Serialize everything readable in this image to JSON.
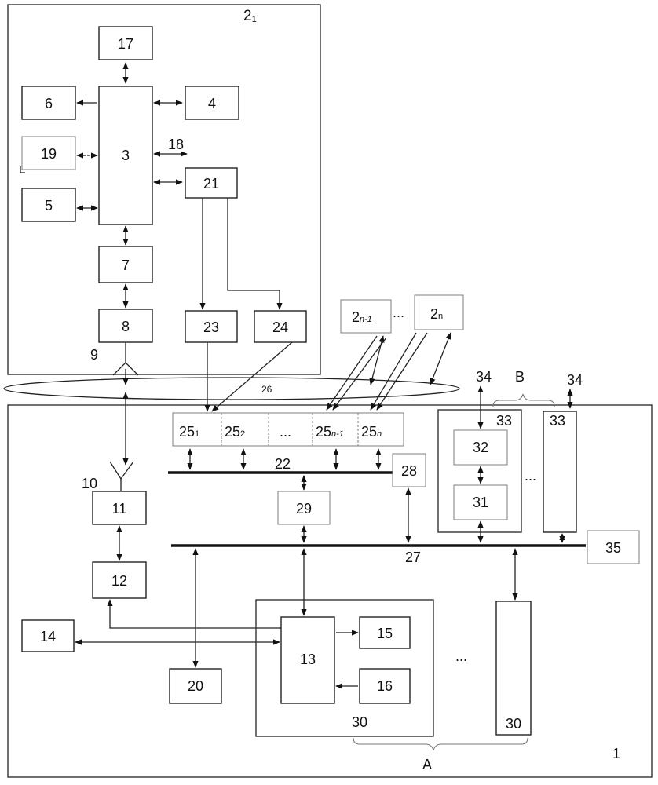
{
  "labels": {
    "b17": "17",
    "b6": "6",
    "b3": "3",
    "b4": "4",
    "b19": "19",
    "b18": "18",
    "b21": "21",
    "b5": "5",
    "b7": "7",
    "b8": "8",
    "b23": "23",
    "b24": "24",
    "b9": "9",
    "b26": "26",
    "b10": "10",
    "b11": "11",
    "b12": "12",
    "b13": "13",
    "b14": "14",
    "b15": "15",
    "b16": "16",
    "b20": "20",
    "b22": "22",
    "b27": "27",
    "b28": "28",
    "b29": "29",
    "b30a": "30",
    "b30b": "30",
    "b31": "31",
    "b32": "32",
    "b33a": "33",
    "b33b": "33",
    "b34a": "34",
    "b34b": "34",
    "b35": "35",
    "b1": "1",
    "A": "A",
    "B": "B",
    "ellipsis": "..."
  },
  "indexed": {
    "sys2_1": {
      "main": "2",
      "sub": "1"
    },
    "sys2_nm1": {
      "main": "2",
      "sub": "n-1"
    },
    "sys2_n": {
      "main": "2",
      "sub": "n"
    },
    "p25_1": {
      "main": "25",
      "sub": "1"
    },
    "p25_2": {
      "main": "25",
      "sub": "2"
    },
    "p25_nm1": {
      "main": "25",
      "sub": "n-1"
    },
    "p25_n": {
      "main": "25",
      "sub": "n"
    }
  }
}
